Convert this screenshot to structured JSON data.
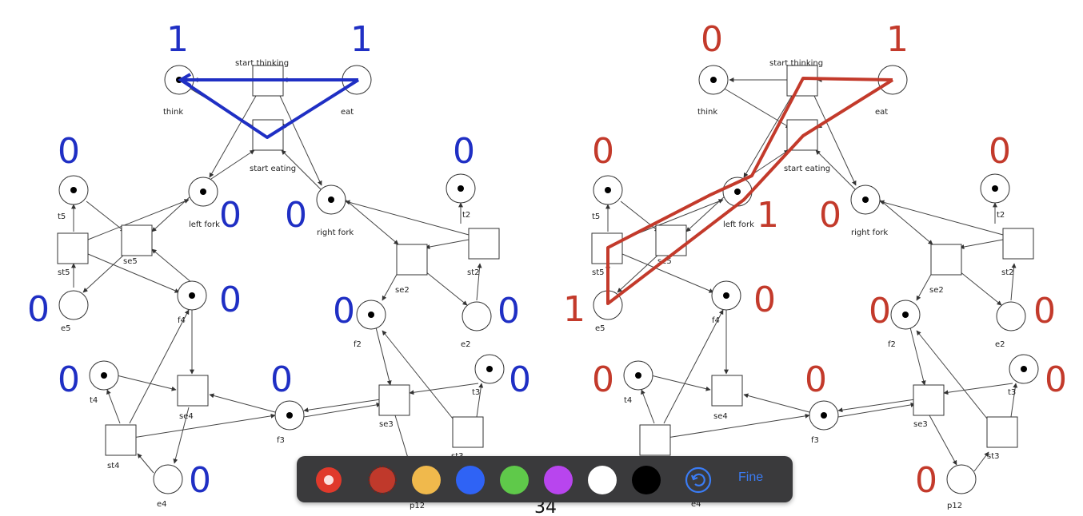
{
  "colors": {
    "blue_annotation": "#1f2fc4",
    "red_annotation": "#c33a2b",
    "toolbar": "#3a3a3c",
    "done": "#3a7cf5"
  },
  "left_net": {
    "labels": {
      "start_thinking": "start thinking",
      "start_eating": "start eating",
      "think": "think",
      "eat": "eat",
      "left_fork": "left fork",
      "right_fork": "right fork",
      "t5": "t5",
      "st5": "st5",
      "se5": "se5",
      "e5": "e5",
      "f4": "f4",
      "t2": "t2",
      "st2": "st2",
      "se2": "se2",
      "e2": "e2",
      "f2": "f2",
      "t4": "t4",
      "st4": "st4",
      "se4": "se4",
      "e4": "e4",
      "f3": "f3",
      "t3": "t3",
      "st3": "st3",
      "se3": "se3",
      "p12": "p12"
    },
    "annotations": {
      "think": "1",
      "eat": "1",
      "t5": "0",
      "left_fork": "0",
      "right_fork": "0",
      "t2": "0",
      "e5": "0",
      "f4": "0",
      "f2": "0",
      "e2": "0",
      "t4": "0",
      "f3": "0",
      "t3": "0",
      "e4": "0"
    }
  },
  "right_net": {
    "labels": {
      "start_thinking": "start thinking",
      "start_eating": "start eating",
      "think": "think",
      "eat": "eat",
      "left_fork": "left fork",
      "right_fork": "right fork",
      "t5": "t5",
      "st5": "st5",
      "se5": "se5",
      "e5": "e5",
      "f4": "f4",
      "t2": "t2",
      "st2": "st2",
      "se2": "se2",
      "e2": "e2",
      "f2": "f2",
      "t4": "t4",
      "se4": "se4",
      "e4": "e4",
      "f3": "f3",
      "t3": "t3",
      "st3": "st3",
      "se3": "se3",
      "p12": "p12"
    },
    "annotations": {
      "think": "0",
      "eat": "1",
      "t5": "0",
      "left_fork": "1",
      "right_fork": "0",
      "t2": "0",
      "e5": "1",
      "f4": "0",
      "f2": "0",
      "e2": "0",
      "t4": "0",
      "f3": "0",
      "t3": "0",
      "p12": "0"
    }
  },
  "slide_number": "34",
  "toolbar": {
    "tools": [
      {
        "name": "marker-tool-icon",
        "color": "#e0392b",
        "selected": true
      },
      {
        "name": "pen-tool-icon",
        "color": "#c0392b",
        "selected": false
      },
      {
        "name": "color-yellow",
        "color": "#f0b94c"
      },
      {
        "name": "color-blue",
        "color": "#2f63f5"
      },
      {
        "name": "color-green",
        "color": "#5fc94a"
      },
      {
        "name": "color-purple",
        "color": "#b845ee"
      },
      {
        "name": "color-white",
        "color": "#ffffff"
      },
      {
        "name": "color-black",
        "color": "#000000"
      }
    ],
    "undo_icon": "undo-icon",
    "done_label": "Fine"
  }
}
